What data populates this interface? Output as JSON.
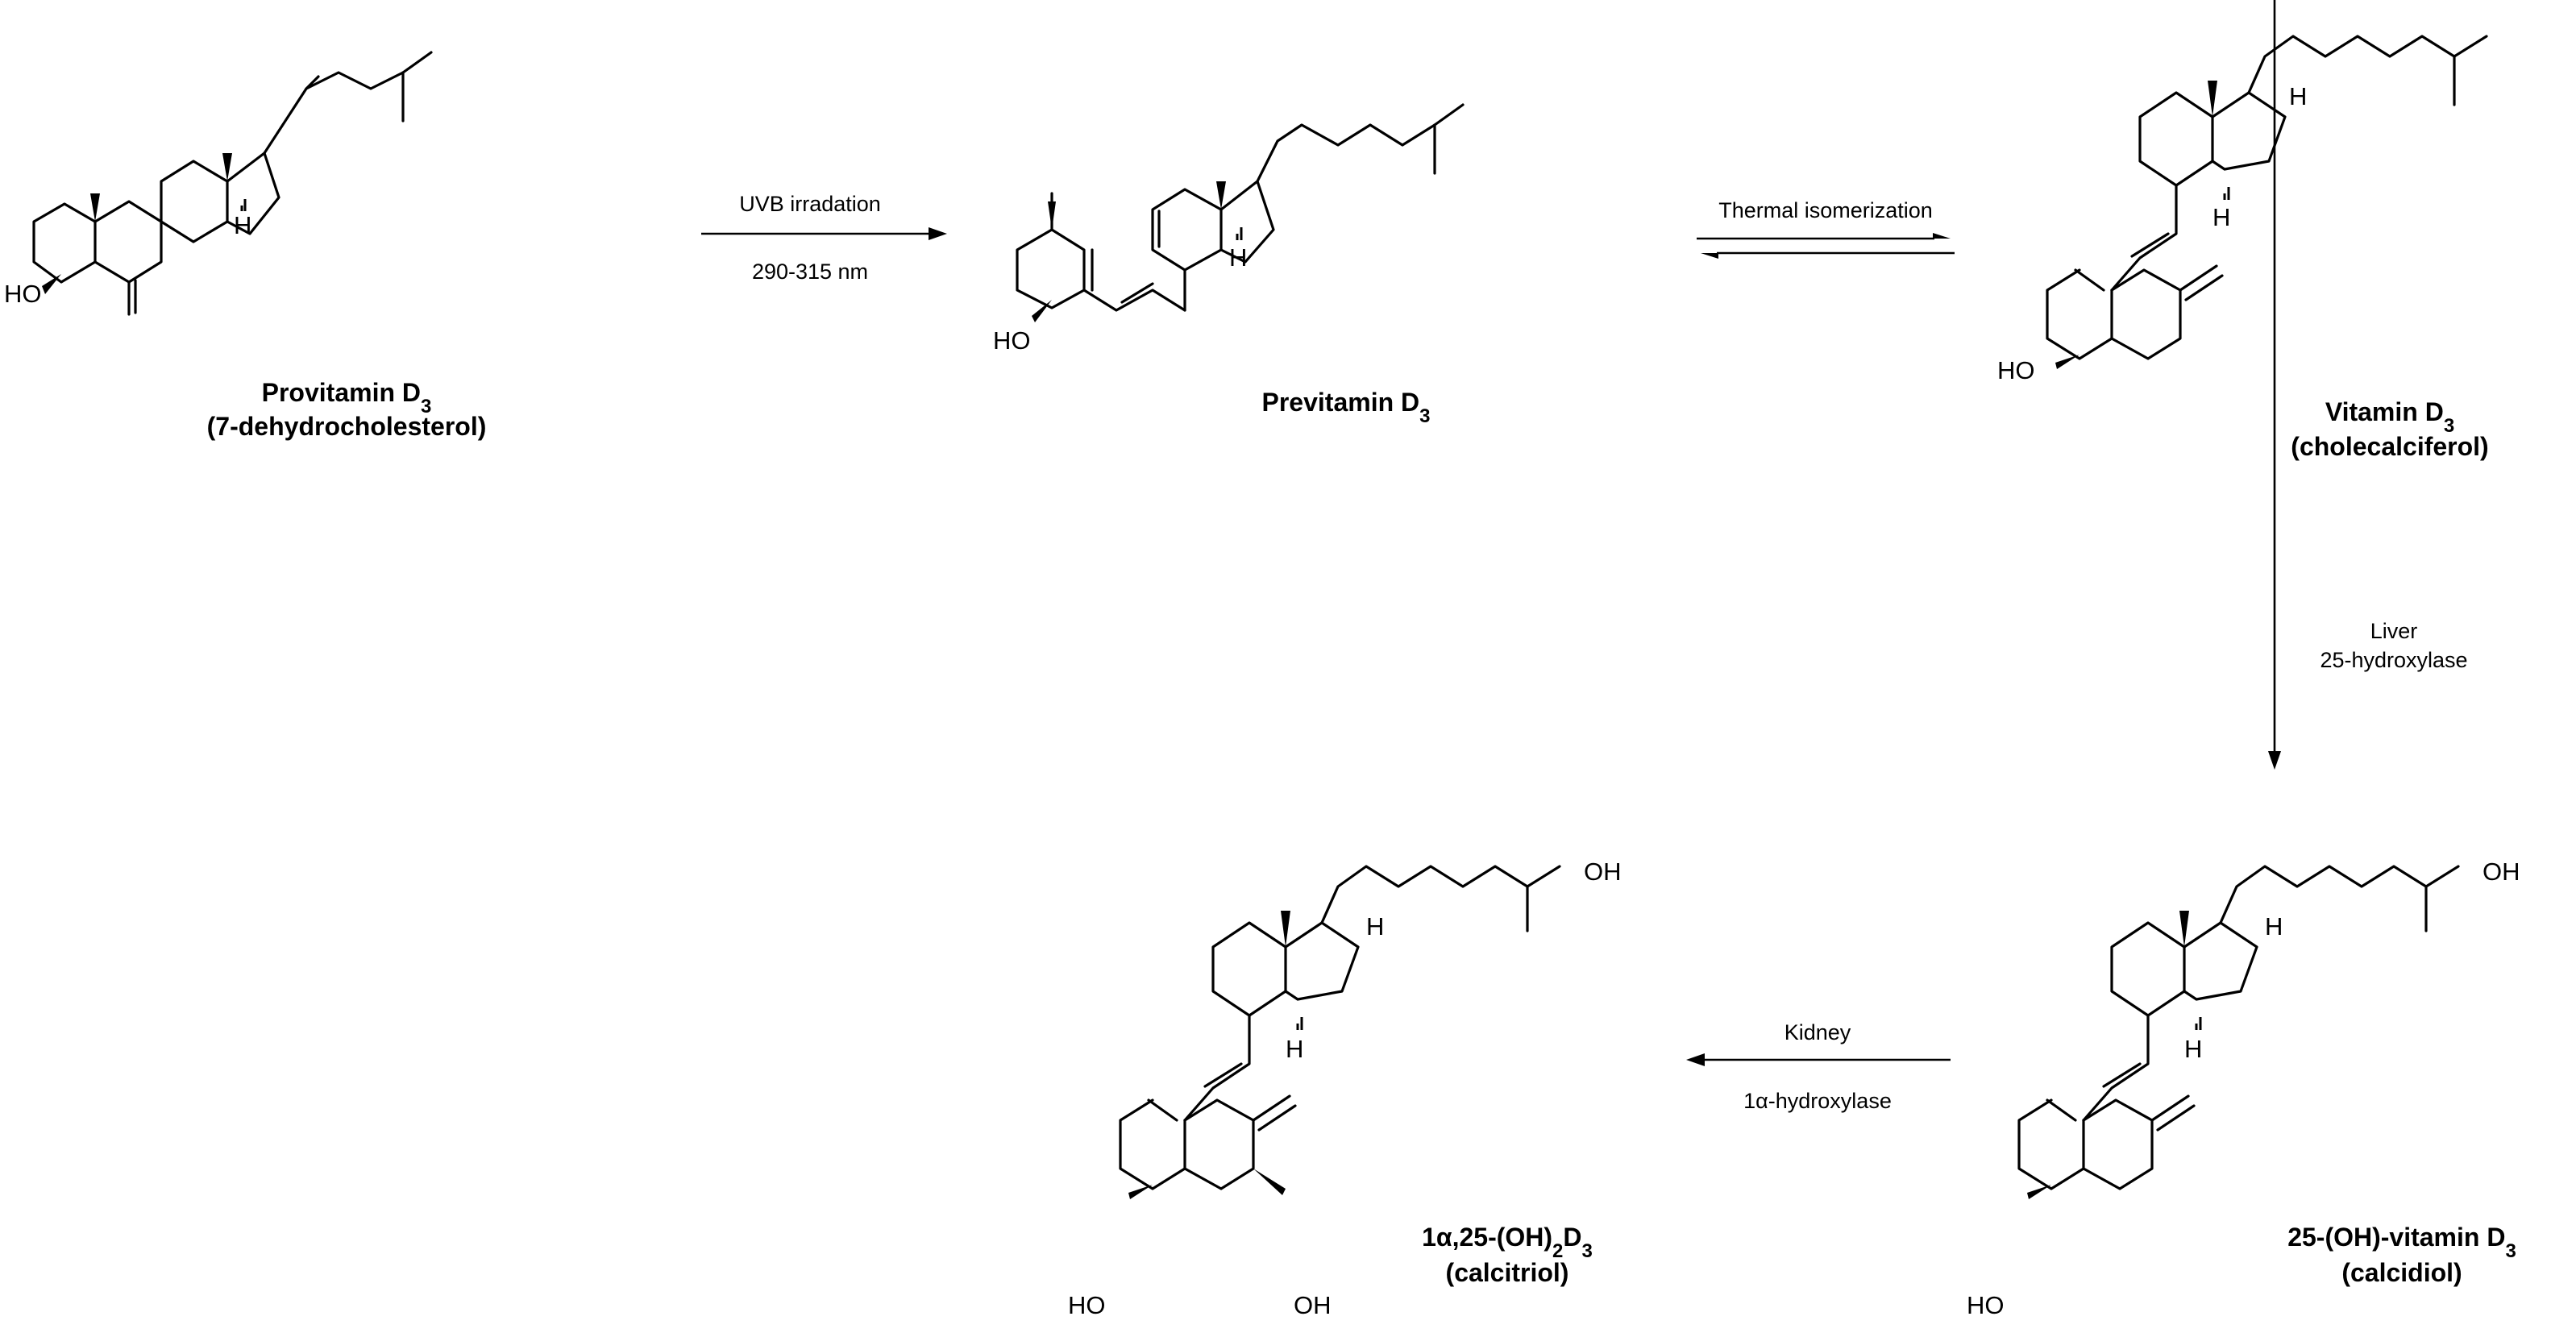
{
  "compounds": {
    "provitamin": {
      "name": "Provitamin D",
      "sub": "3",
      "alt": "(7-dehydrocholesterol)"
    },
    "previtamin": {
      "name": "Previtamin D",
      "sub": "3"
    },
    "vitamin": {
      "name": "Vitamin D",
      "sub": "3",
      "alt": "(cholecalciferol)"
    },
    "calcidiol": {
      "name": "25-(OH)-vitamin D",
      "sub": "3",
      "alt": "(calcidiol)"
    },
    "calcitriol": {
      "pre": "1",
      "greek": "α",
      "mid": ",25-(OH)",
      "sub1": "2",
      "d": "D",
      "sub2": "3",
      "alt": "(calcitriol)"
    }
  },
  "arrows": {
    "uvb": {
      "top": "UVB irradation",
      "bottom": "290-315 nm"
    },
    "thermal": {
      "top": "Thermal isomerization"
    },
    "liver": {
      "line1": "Liver",
      "line2": "25-hydroxylase"
    },
    "kidney": {
      "top": "Kidney",
      "bottom_greek": "α",
      "bottom_pre": "1",
      "bottom_post": "-hydroxylase"
    }
  },
  "atoms": {
    "ho": "HO",
    "oh": "OH",
    "h": "H"
  }
}
